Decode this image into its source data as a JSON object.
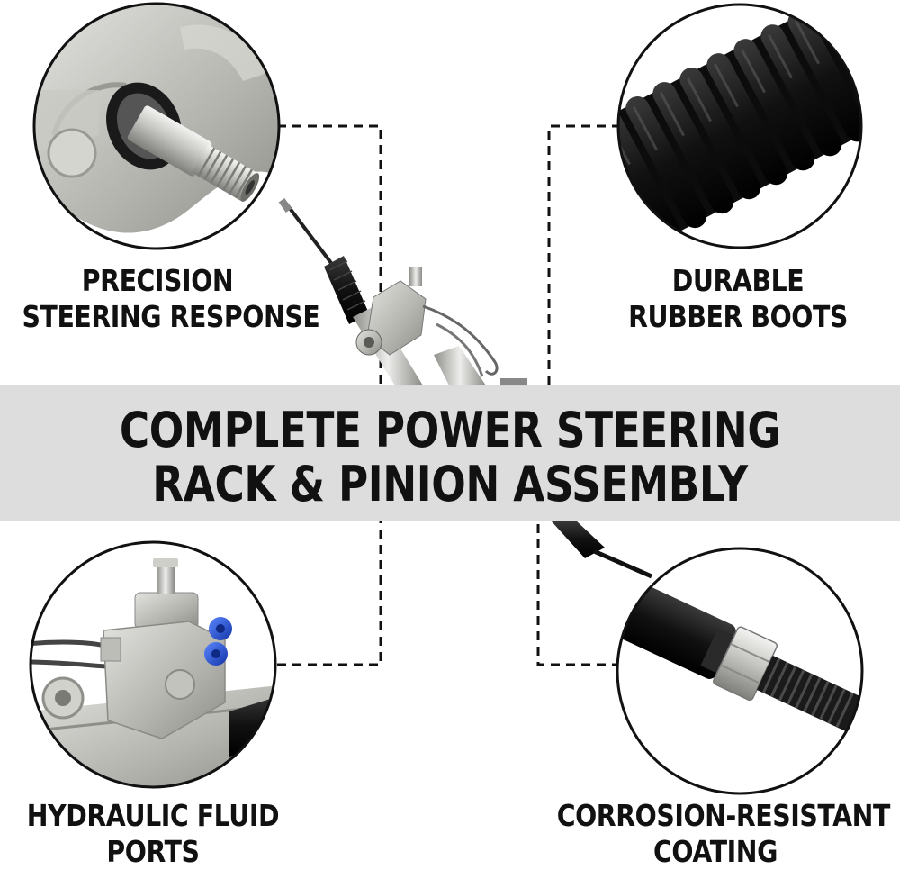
{
  "banner": {
    "line1": "COMPLETE POWER STEERING",
    "line2": "RACK & PINION ASSEMBLY"
  },
  "features": [
    {
      "position": "top-left",
      "line1": "PRECISION",
      "line2": "STEERING RESPONSE",
      "icon": "pinion-shaft-closeup"
    },
    {
      "position": "top-right",
      "line1": "DURABLE",
      "line2": "RUBBER BOOTS",
      "icon": "bellows-boot-closeup"
    },
    {
      "position": "bottom-left",
      "line1": "HYDRAULIC FLUID",
      "line2": "PORTS",
      "icon": "valve-housing-closeup"
    },
    {
      "position": "bottom-right",
      "line1": "CORROSION-RESISTANT",
      "line2": "COATING",
      "icon": "threaded-tie-rod-closeup"
    }
  ],
  "colors": {
    "background": "#ffffff",
    "banner": "#dadada",
    "text": "#111111",
    "metal": "#b9b9b6",
    "rubber": "#151515",
    "port_caps": "#1f4fd1"
  }
}
